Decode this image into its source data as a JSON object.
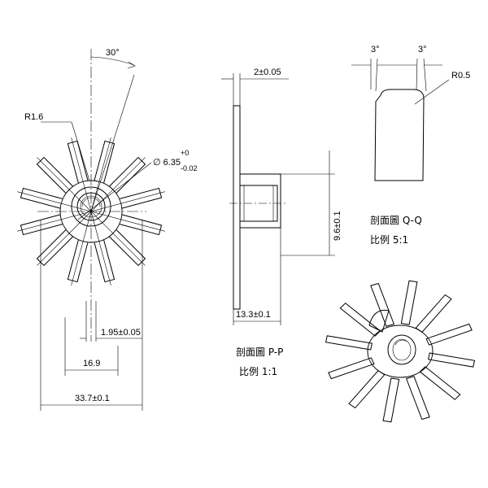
{
  "front_view": {
    "angle_label": "30°",
    "radius_label": "R1.6",
    "bore_dim_main": "∅ 6.35",
    "bore_dim_upper": "+0",
    "bore_dim_lower": "-0.02",
    "rib_width_label": "1.95±0.05",
    "inner_diameter_label": "16.9",
    "outer_diameter_label": "33.7±0.1"
  },
  "section_pp": {
    "thickness_label": "2±0.05",
    "height_label": "9.6±0.1",
    "width_label": "13.3±0.1",
    "caption_title": "剖面圖 P-P",
    "caption_scale": "比例 1:1"
  },
  "section_qq": {
    "angle_left": "3°",
    "angle_right": "3°",
    "radius_label": "R0.5",
    "caption_title": "剖面圖 Q-Q",
    "caption_scale": "比例 5:1"
  }
}
